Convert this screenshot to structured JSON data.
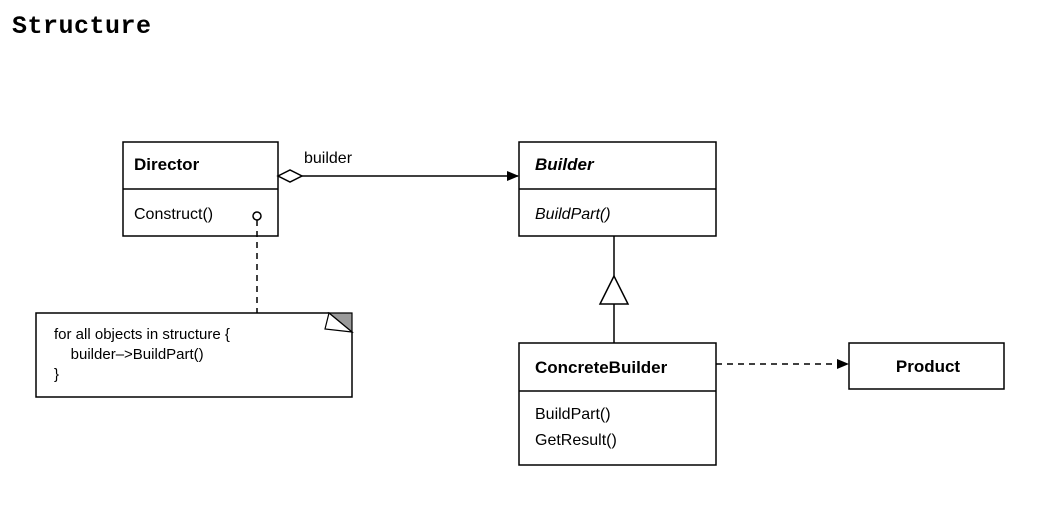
{
  "heading": "Structure",
  "classes": {
    "director": {
      "name": "Director",
      "operations": [
        "Construct()"
      ]
    },
    "builder": {
      "name": "Builder",
      "operations": [
        "BuildPart()"
      ]
    },
    "concrete_builder": {
      "name": "ConcreteBuilder",
      "operations": [
        "BuildPart()",
        "GetResult()"
      ]
    },
    "product": {
      "name": "Product"
    }
  },
  "associations": {
    "director_builder": {
      "role": "builder",
      "kind": "aggregation"
    }
  },
  "note": {
    "lines": [
      "for all objects in structure {",
      "    builder–>BuildPart()",
      "}"
    ]
  }
}
